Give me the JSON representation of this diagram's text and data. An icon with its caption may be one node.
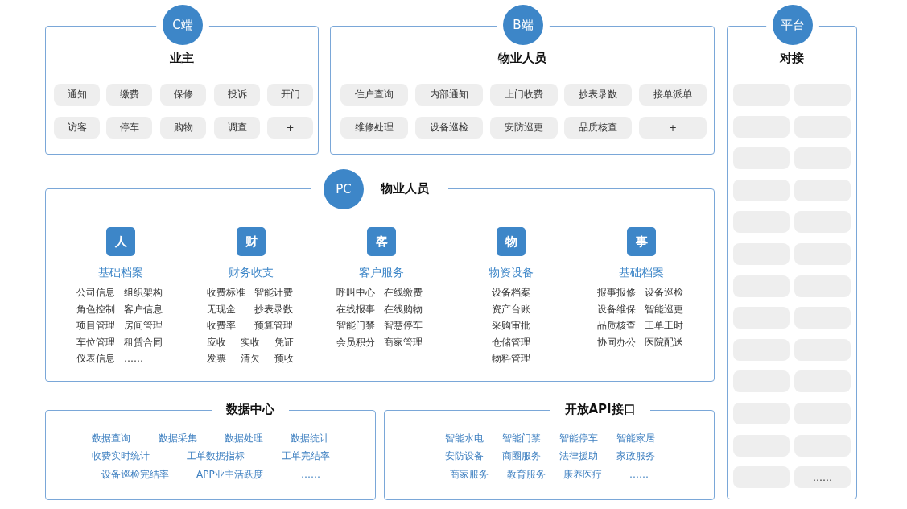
{
  "diagram": {
    "nodes": [
      {
        "text": [
          "C端",
          "业主"
        ]
      },
      {
        "text": [
          "通知"
        ],
        "in": 0
      },
      {
        "text": [
          "缴费"
        ],
        "in": 0
      },
      {
        "text": [
          "保修"
        ],
        "in": 0
      },
      {
        "text": [
          "投诉"
        ],
        "in": 0
      },
      {
        "text": [
          "开门"
        ],
        "in": 0
      },
      {
        "text": [
          "访客"
        ],
        "in": 0
      },
      {
        "text": [
          "停车"
        ],
        "in": 0
      },
      {
        "text": [
          "购物"
        ],
        "in": 0
      },
      {
        "text": [
          "调查"
        ],
        "in": 0
      },
      {
        "text": [
          "+"
        ],
        "in": 0
      },
      {
        "text": [
          "B端",
          "物业人员"
        ]
      },
      {
        "text": [
          "住户查询"
        ],
        "in": 11
      },
      {
        "text": [
          "内部通知"
        ],
        "in": 11
      },
      {
        "text": [
          "上门收费"
        ],
        "in": 11
      },
      {
        "text": [
          "抄表录数"
        ],
        "in": 11
      },
      {
        "text": [
          "接单派单"
        ],
        "in": 11
      },
      {
        "text": [
          "维修处理"
        ],
        "in": 11
      },
      {
        "text": [
          "设备巡检"
        ],
        "in": 11
      },
      {
        "text": [
          "安防巡更"
        ],
        "in": 11
      },
      {
        "text": [
          "品质核查"
        ],
        "in": 11
      },
      {
        "text": [
          "+"
        ],
        "in": 11
      },
      {
        "text": [
          "PC",
          "物业人员"
        ]
      },
      {
        "text": [
          "人"
        ],
        "in": 22,
        "beside": [
          "基础档案"
        ]
      },
      {
        "text": [
          "财"
        ],
        "in": 22,
        "beside": [
          "财务收支"
        ]
      },
      {
        "text": [
          "客"
        ],
        "in": 22,
        "beside": [
          "客户服务"
        ]
      },
      {
        "text": [
          "物"
        ],
        "in": 22,
        "beside": [
          "物资设备"
        ]
      },
      {
        "text": [
          "事"
        ],
        "in": 22,
        "beside": [
          "基础档案"
        ]
      },
      {
        "text": [
          "数据中心"
        ]
      },
      {
        "text": [
          "开放API接口"
        ]
      },
      {
        "text": [
          "平台",
          "对接"
        ]
      },
      {
        "text": [],
        "shape": "box",
        "in": 30
      },
      {
        "text": [],
        "shape": "box",
        "in": 30
      },
      {
        "text": [],
        "shape": "box",
        "in": 30
      },
      {
        "text": [],
        "shape": "box",
        "in": 30
      },
      {
        "text": [],
        "shape": "box",
        "in": 30
      },
      {
        "text": [],
        "shape": "box",
        "in": 30
      },
      {
        "text": [],
        "shape": "box",
        "in": 30
      },
      {
        "text": [],
        "shape": "box",
        "in": 30
      },
      {
        "text": [],
        "shape": "box",
        "in": 30
      },
      {
        "text": [],
        "shape": "box",
        "in": 30
      },
      {
        "text": [],
        "shape": "box",
        "in": 30
      },
      {
        "text": [],
        "shape": "box",
        "in": 30
      },
      {
        "text": [],
        "shape": "box",
        "in": 30
      },
      {
        "text": [],
        "shape": "box",
        "in": 30
      },
      {
        "text": [],
        "shape": "box",
        "in": 30
      },
      {
        "text": [],
        "shape": "box",
        "in": 30
      },
      {
        "text": [],
        "shape": "box",
        "in": 30
      },
      {
        "text": [],
        "shape": "box",
        "in": 30
      },
      {
        "text": [],
        "shape": "box",
        "in": 30
      },
      {
        "text": [],
        "shape": "box",
        "in": 30
      },
      {
        "text": [],
        "shape": "box",
        "in": 30
      },
      {
        "text": [],
        "shape": "box",
        "in": 30
      },
      {
        "text": [],
        "shape": "box",
        "in": 30
      },
      {
        "text": [],
        "shape": "box",
        "in": 30
      },
      {
        "text": [],
        "shape": "box",
        "in": 30
      },
      {
        "text": [
          "……"
        ],
        "in": 30
      }
    ],
    "labels": [
      "公司信息",
      "组织架构",
      "角色控制",
      "客户信息",
      "项目管理",
      "房间管理",
      "车位管理",
      "租赁合同",
      "仪表信息",
      "……",
      "收费标准",
      "智能计费",
      "无现金",
      "抄表录数",
      "收费率",
      "预算管理",
      "应收",
      "实收",
      "凭证",
      "发票",
      "清欠",
      "预收",
      "呼叫中心",
      "在线缴费",
      "在线报事",
      "在线购物",
      "智能门禁",
      "智慧停车",
      "会员积分",
      "商家管理",
      "设备档案",
      "资产台账",
      "采购审批",
      "仓储管理",
      "物料管理",
      "报事报修",
      "设备巡检",
      "设备维保",
      "智能巡更",
      "品质核查",
      "工单工时",
      "协同办公",
      "医院配送",
      "数据查询",
      "数据采集",
      "数据处理",
      "数据统计",
      "收费实时统计",
      "工单数据指标",
      "工单完结率",
      "设备巡检完结率",
      "APP业主活跃度",
      "……",
      "智能水电",
      "智能门禁",
      "智能停车",
      "智能家居",
      "安防设备",
      "商圈服务",
      "法律援助",
      "家政服务",
      "商家服务",
      "教育服务",
      "康养医疗",
      "……"
    ]
  }
}
